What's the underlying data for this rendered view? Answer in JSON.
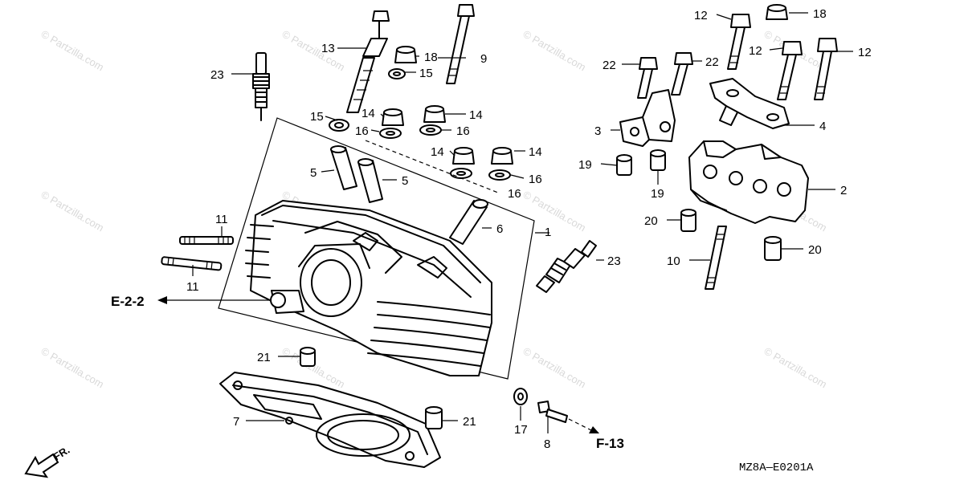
{
  "watermark": "© Partzilla.com",
  "diagram_code": "MZ8A—E0201A",
  "front_indicator": "FR.",
  "references": {
    "left": "E-2-2",
    "bottom": "F-13"
  },
  "callouts": {
    "c1": "1",
    "c2": "2",
    "c3": "3",
    "c4": "4",
    "c5a": "5",
    "c5b": "5",
    "c6": "6",
    "c7": "7",
    "c8": "8",
    "c9": "9",
    "c10": "10",
    "c11a": "11",
    "c11b": "11",
    "c12a": "12",
    "c12b": "12",
    "c12c": "12",
    "c13": "13",
    "c14a": "14",
    "c14b": "14",
    "c14c": "14",
    "c14d": "14",
    "c15a": "15",
    "c15b": "15",
    "c16a": "16",
    "c16b": "16",
    "c16c": "16",
    "c16d": "16",
    "c17": "17",
    "c18a": "18",
    "c18b": "18",
    "c19a": "19",
    "c19b": "19",
    "c20a": "20",
    "c20b": "20",
    "c21a": "21",
    "c21b": "21",
    "c22a": "22",
    "c22b": "22",
    "c23a": "23",
    "c23b": "23"
  }
}
